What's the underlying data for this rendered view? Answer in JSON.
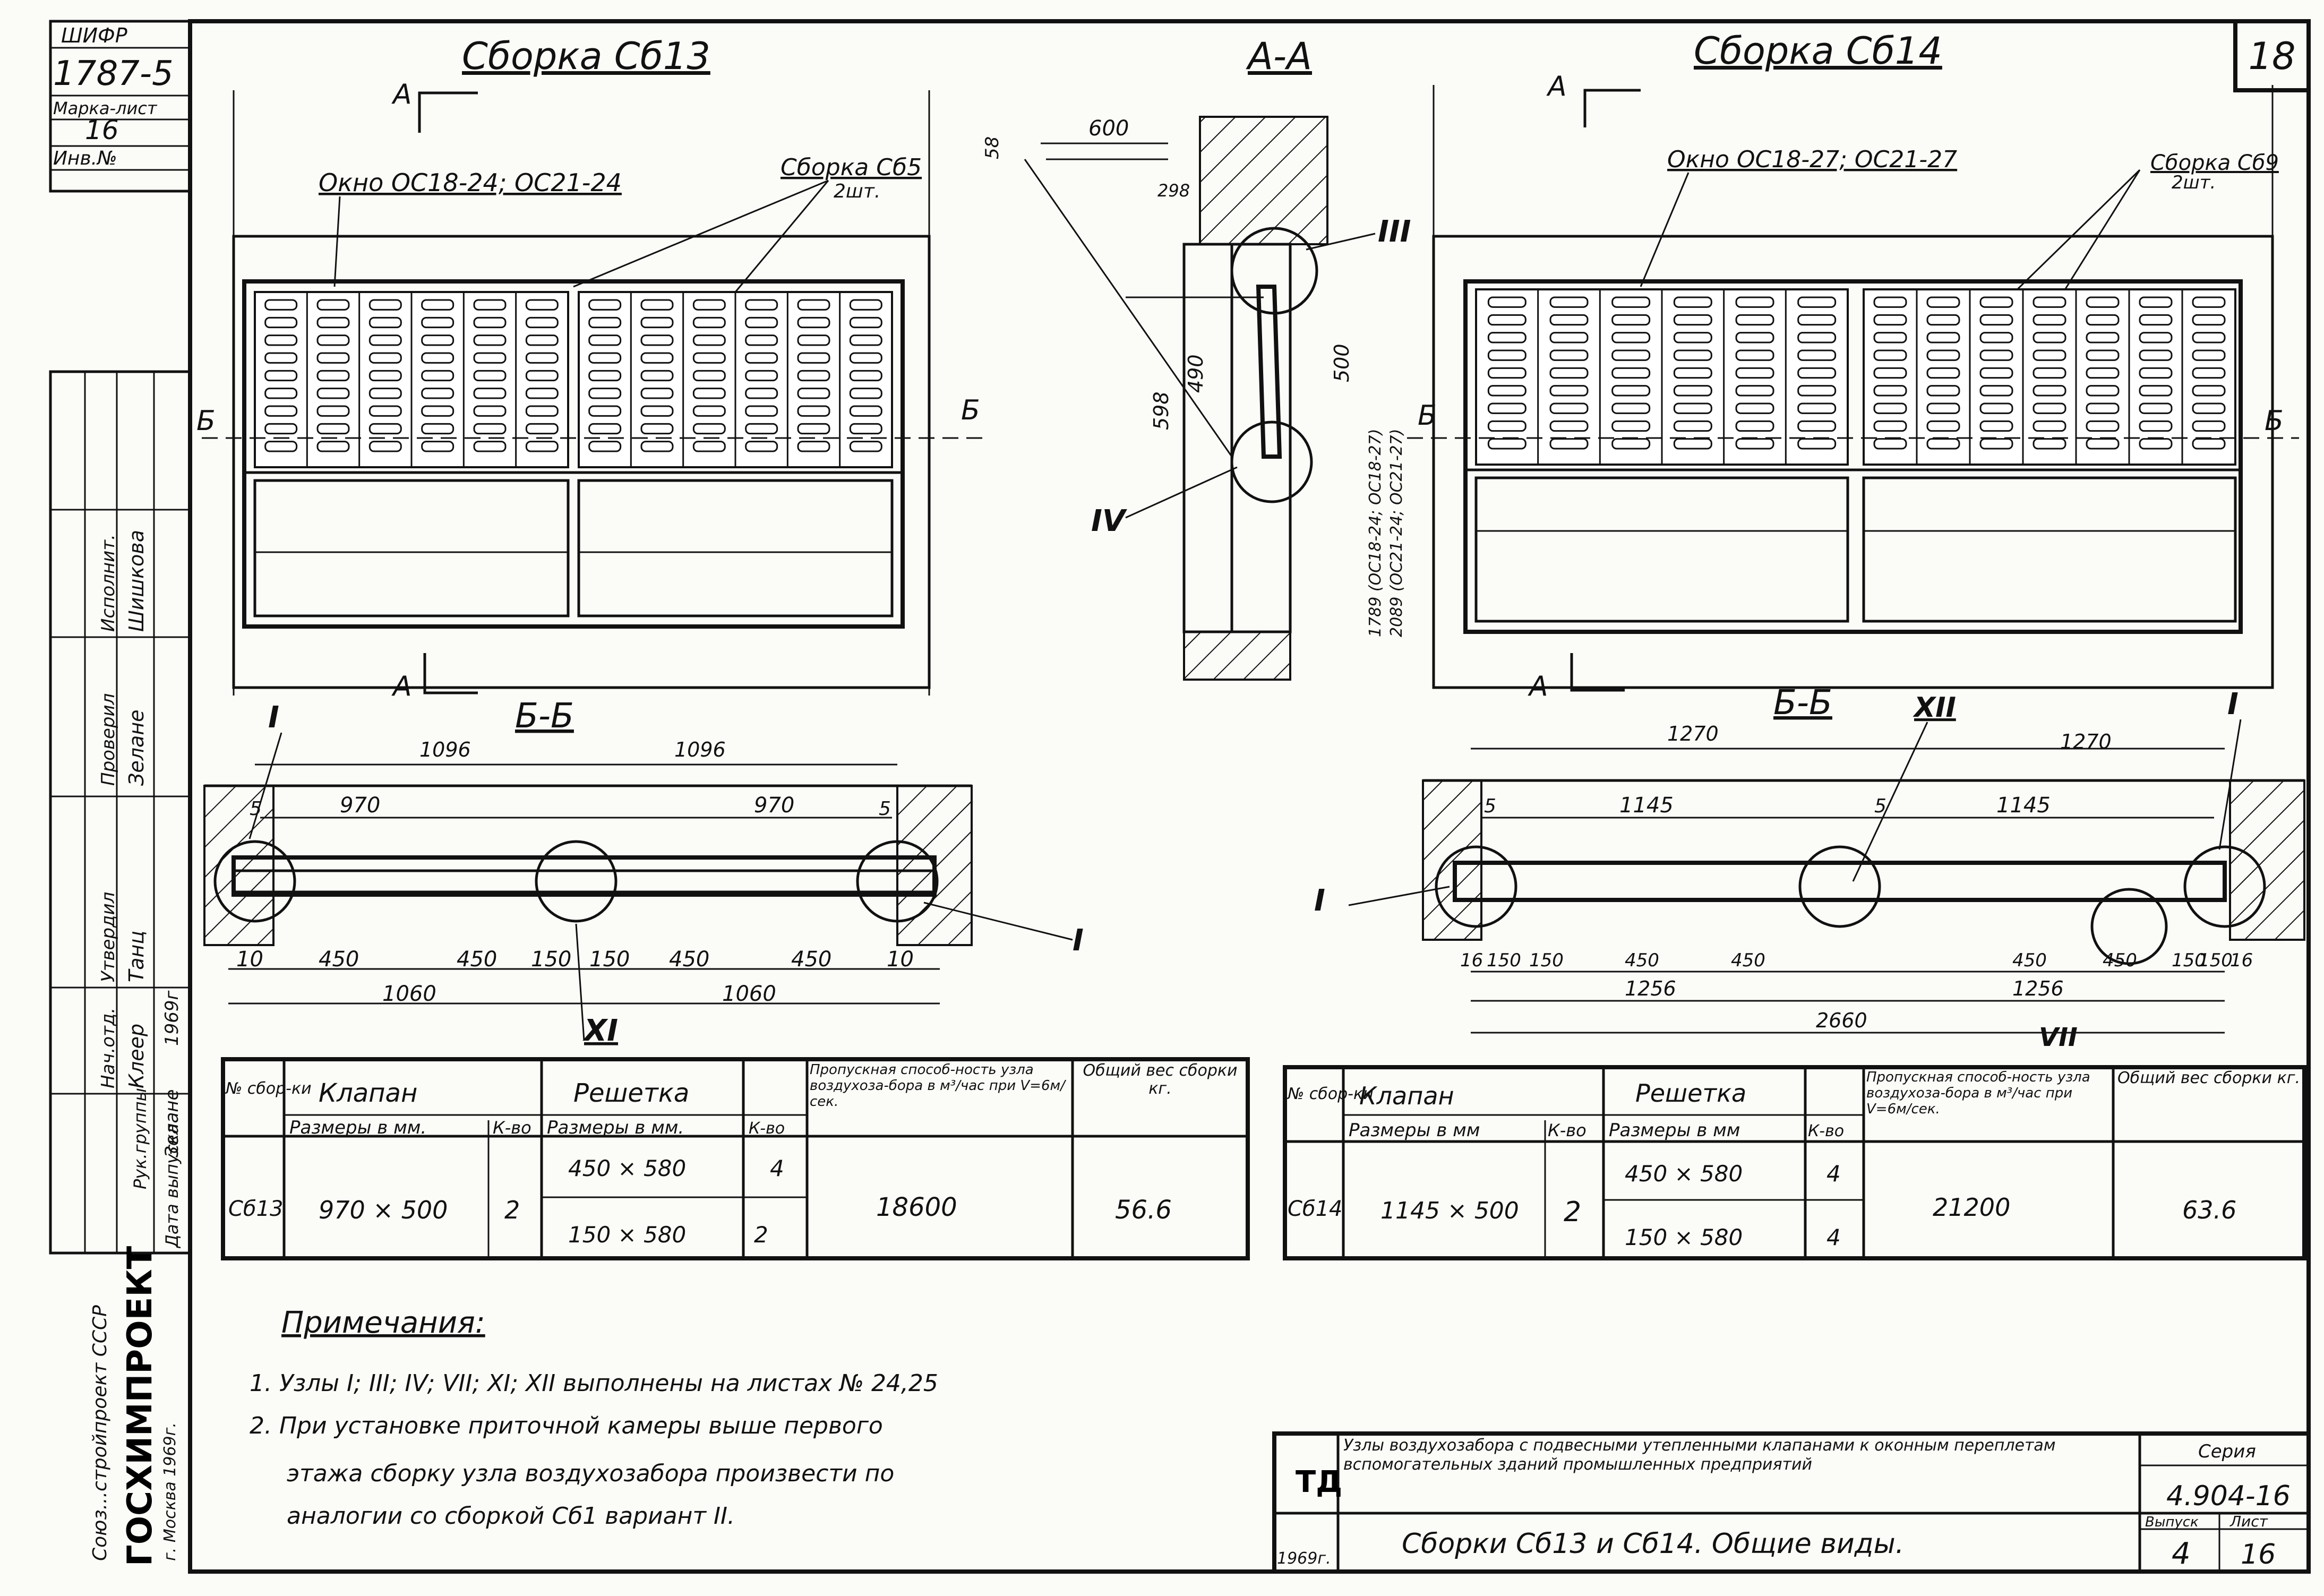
{
  "sheet_number": "18",
  "left_strip": {
    "cipher_label": "ШИФР",
    "cipher_value": "1787-5",
    "mark_sheet_label": "Марка-лист",
    "mark_sheet_value": "16",
    "inv_label": "Инв.№",
    "roles": [
      "Исполнит.",
      "Проверил",
      "Утвердил",
      "Нач.отд.",
      "Рук.группы",
      "Дата выпуска"
    ],
    "names": [
      "Шишкова",
      "Зелане",
      "Танц",
      "Клеер",
      "Зелане",
      "1969г"
    ],
    "org_line1": "Союз...стройпроект СССР",
    "org_line2": "ГОСХИМПРОЕКТ",
    "org_line3": "г. Москва 1969г."
  },
  "views": {
    "left_title": "Сборка Сб13",
    "center_title": "А-А",
    "right_title": "Сборка Сб14",
    "left_window": "Окно ОС18-24; ОС21-24",
    "left_callout": "Сборка Сб5",
    "left_callout_qty": "2шт.",
    "right_window": "Окно ОС18-27; ОС21-27",
    "right_callout": "Сборка Сб9",
    "right_callout_qty": "2шт.",
    "section_A": "А",
    "section_B": "Б",
    "left_section_title": "Б-Б",
    "right_section_title": "Б-Б"
  },
  "dimensions": {
    "aa": [
      "600",
      "58",
      "298",
      "598",
      "490",
      "500",
      "1789 (ОС18-24; ОС18-27)",
      "2089 (ОС21-24; ОС21-27)"
    ],
    "left_top": [
      "1096",
      "1096",
      "970",
      "970",
      "5",
      "5"
    ],
    "left_bottom": [
      "10",
      "450",
      "450",
      "150",
      "150",
      "450",
      "450",
      "10",
      "1060",
      "1060"
    ],
    "right_top": [
      "1270",
      "1270",
      "1145",
      "1145",
      "5",
      "5"
    ],
    "right_bottom": [
      "16",
      "150",
      "150",
      "450",
      "450",
      "450",
      "450",
      "150",
      "150",
      "16",
      "1256",
      "1256",
      "2660"
    ]
  },
  "nodes": [
    "I",
    "III",
    "IV",
    "VII",
    "XI",
    "XII"
  ],
  "table_left": {
    "headers": {
      "num": "№ сбор-ки",
      "valve": "Клапан",
      "valve_size": "Размеры в мм.",
      "valve_qty": "К-во",
      "grille": "Решетка",
      "grille_size": "Размеры в мм.",
      "grille_qty": "К-во",
      "capacity": "Пропускная способ-ность узла воздухоза-бора в м³/час при V=6м/сек.",
      "weight": "Общий вес сборки кг."
    },
    "row": {
      "num": "Сб13",
      "valve_size": "970 × 500",
      "valve_qty": "2",
      "grille_sizes": [
        "450 × 580",
        "150 × 580"
      ],
      "grille_qtys": [
        "4",
        "2"
      ],
      "capacity": "18600",
      "weight": "56.6"
    }
  },
  "table_right": {
    "headers": {
      "num": "№ сбор-ки",
      "valve": "Клапан",
      "valve_size": "Размеры в мм",
      "valve_qty": "К-во",
      "grille": "Решетка",
      "grille_size": "Размеры в мм",
      "grille_qty": "К-во",
      "capacity": "Пропускная способ-ность узла воздухоза-бора в м³/час при V=6м/сек.",
      "weight": "Общий вес сборки кг."
    },
    "row": {
      "num": "Сб14",
      "valve_size": "1145 × 500",
      "valve_qty": "2",
      "grille_sizes": [
        "450 × 580",
        "150 × 580"
      ],
      "grille_qtys": [
        "4",
        "4"
      ],
      "capacity": "21200",
      "weight": "63.6"
    }
  },
  "notes": {
    "title": "Примечания:",
    "line1": "1. Узлы I; III; IV; VII; XI; XII выполнены на листах № 24,25",
    "line2": "2. При установке приточной камеры выше первого",
    "line3": "этажа сборку узла воздухозабора произвести по",
    "line4": "аналогии со сборкой Сб1 вариант II."
  },
  "title_block": {
    "org": "ТД",
    "description": "Узлы воздухозабора с подвесными утепленными клапанами к оконным переплетам вспомогательных зданий промышленных предприятий",
    "year": "1969г.",
    "sheet_title": "Сборки Сб13 и Сб14. Общие виды.",
    "series_label": "Серия",
    "series_value": "4.904-16",
    "issue_label": "Выпуск",
    "issue_value": "4",
    "list_label": "Лист",
    "list_value": "16"
  }
}
